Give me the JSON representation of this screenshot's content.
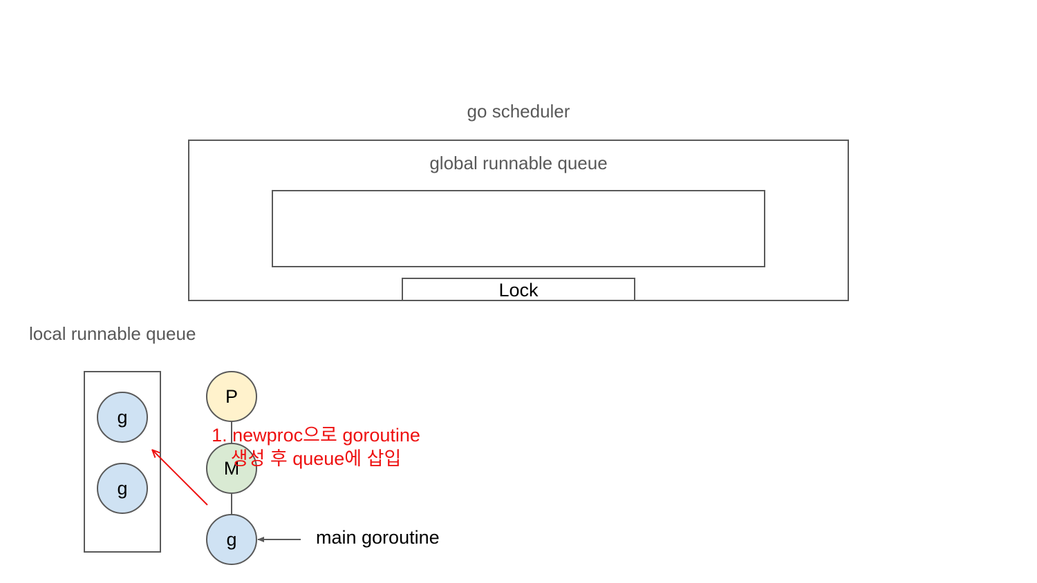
{
  "diagram": {
    "title": "go scheduler",
    "global_queue": {
      "label": "global runnable queue",
      "lock_label": "Lock"
    },
    "local_queue": {
      "label": "local runnable queue",
      "items": [
        "g",
        "g"
      ]
    },
    "nodes": {
      "p": "P",
      "m": "M",
      "g": "g"
    },
    "main_goroutine_label": "main goroutine",
    "annotation": {
      "line1": "1. newproc으로 goroutine",
      "line2": "생성 후 queue에 삽입"
    },
    "colors": {
      "outline": "#595959",
      "text_gray": "#595959",
      "annotation": "#ee1111",
      "p_fill": "#fff2cc",
      "m_fill": "#d9ead3",
      "g_fill": "#cfe2f3"
    }
  }
}
